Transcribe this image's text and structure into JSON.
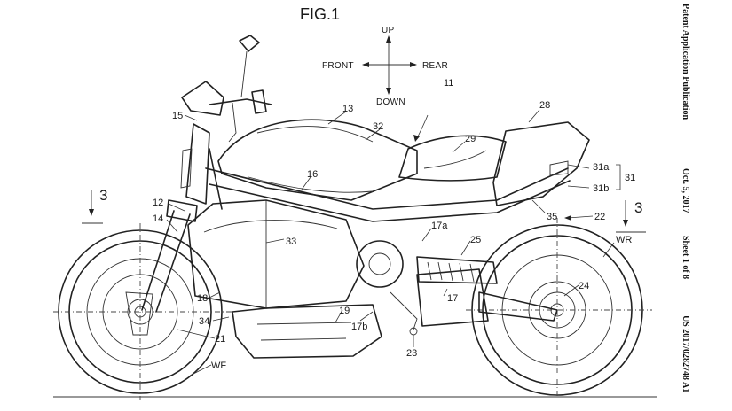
{
  "figure_title": "FIG.1",
  "directions": {
    "up": "UP",
    "down": "DOWN",
    "front": "FRONT",
    "rear": "REAR"
  },
  "section_marker": "3",
  "side_text": {
    "publication": "Patent Application Publication",
    "date": "Oct. 5, 2017",
    "sheet": "Sheet 1 of 8",
    "number": "US 2017/0282748 A1"
  },
  "labels": {
    "l11": "11",
    "l12": "12",
    "l13": "13",
    "l14": "14",
    "l15": "15",
    "l16": "16",
    "l17": "17",
    "l17a": "17a",
    "l17b": "17b",
    "l18": "18",
    "l19": "19",
    "l21": "21",
    "l22": "22",
    "l23": "23",
    "l24": "24",
    "l25": "25",
    "l28": "28",
    "l29": "29",
    "l31": "31",
    "l31a": "31a",
    "l31b": "31b",
    "l32": "32",
    "l33": "33",
    "l34": "34",
    "l35": "35",
    "wf": "WF",
    "wr": "WR"
  }
}
